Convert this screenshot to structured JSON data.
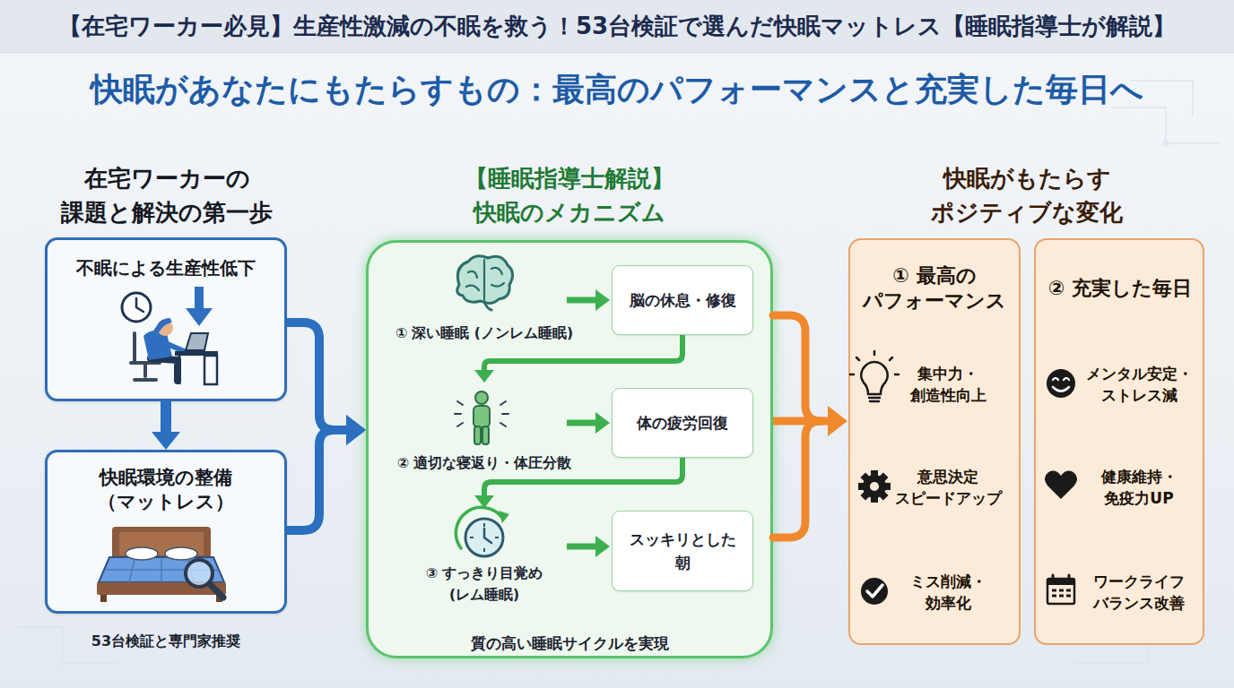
{
  "diagram": {
    "title": "【在宅ワーカー必見】生産性激減の不眠を救う！53台検証で選んだ快眠マットレス【睡眠指導士が解説】",
    "nodes": [
      {
        "text": [
          "不眠による生産性低下"
        ]
      },
      {
        "text": [
          "快眠環境の整備 （マットレス）"
        ]
      },
      {
        "text": [
          "【睡眠指導士解説】 快眠のメカニズム",
          "質の高い睡眠サイクルを実現"
        ]
      },
      {
        "text": [
          "① 深い睡眠 (ノンレム睡眠)"
        ],
        "in": 2
      },
      {
        "text": [
          "脳の休息・修復"
        ],
        "in": 2
      },
      {
        "text": [
          "② 適切な寝返り・体圧分散"
        ],
        "in": 2
      },
      {
        "text": [
          "体の疲労回復"
        ],
        "in": 2
      },
      {
        "text": [
          "③ すっきり目覚め (レム睡眠)"
        ],
        "in": 2
      },
      {
        "text": [
          "スッキリとした 朝"
        ],
        "in": 2
      },
      {
        "text": [
          "① 最高の パフォーマンス",
          "集中力・ 創造性向上",
          "意思決定 スピードアップ",
          "ミス削減・ 効率化"
        ]
      },
      {
        "text": [
          "② 充実した毎日",
          "メンタル安定・ ストレス減",
          "健康維持・ 免疫力UP",
          "ワークライフ バランス改善"
        ]
      }
    ],
    "edges": [
      {
        "from": 0,
        "to": 1,
        "arrow": "to"
      },
      {
        "from": 0,
        "to": 2,
        "arrow": "to"
      },
      {
        "from": 1,
        "to": 2,
        "arrow": "to"
      },
      {
        "from": 3,
        "to": 4,
        "arrow": "to"
      },
      {
        "from": 4,
        "to": 5,
        "arrow": "to"
      },
      {
        "from": 5,
        "to": 6,
        "arrow": "to"
      },
      {
        "from": 6,
        "to": 7,
        "arrow": "to"
      },
      {
        "from": 7,
        "to": 8,
        "arrow": "to"
      },
      {
        "from": 2,
        "to": 9,
        "arrow": "to"
      }
    ],
    "labels": [
      "快眠があなたにもたらすもの：最高のパフォーマンスと充実した毎日へ",
      "在宅ワーカーの 課題と解決の第一歩",
      "53台検証と専門家推奨",
      "快眠がもたらす ポジティブな変化"
    ]
  }
}
